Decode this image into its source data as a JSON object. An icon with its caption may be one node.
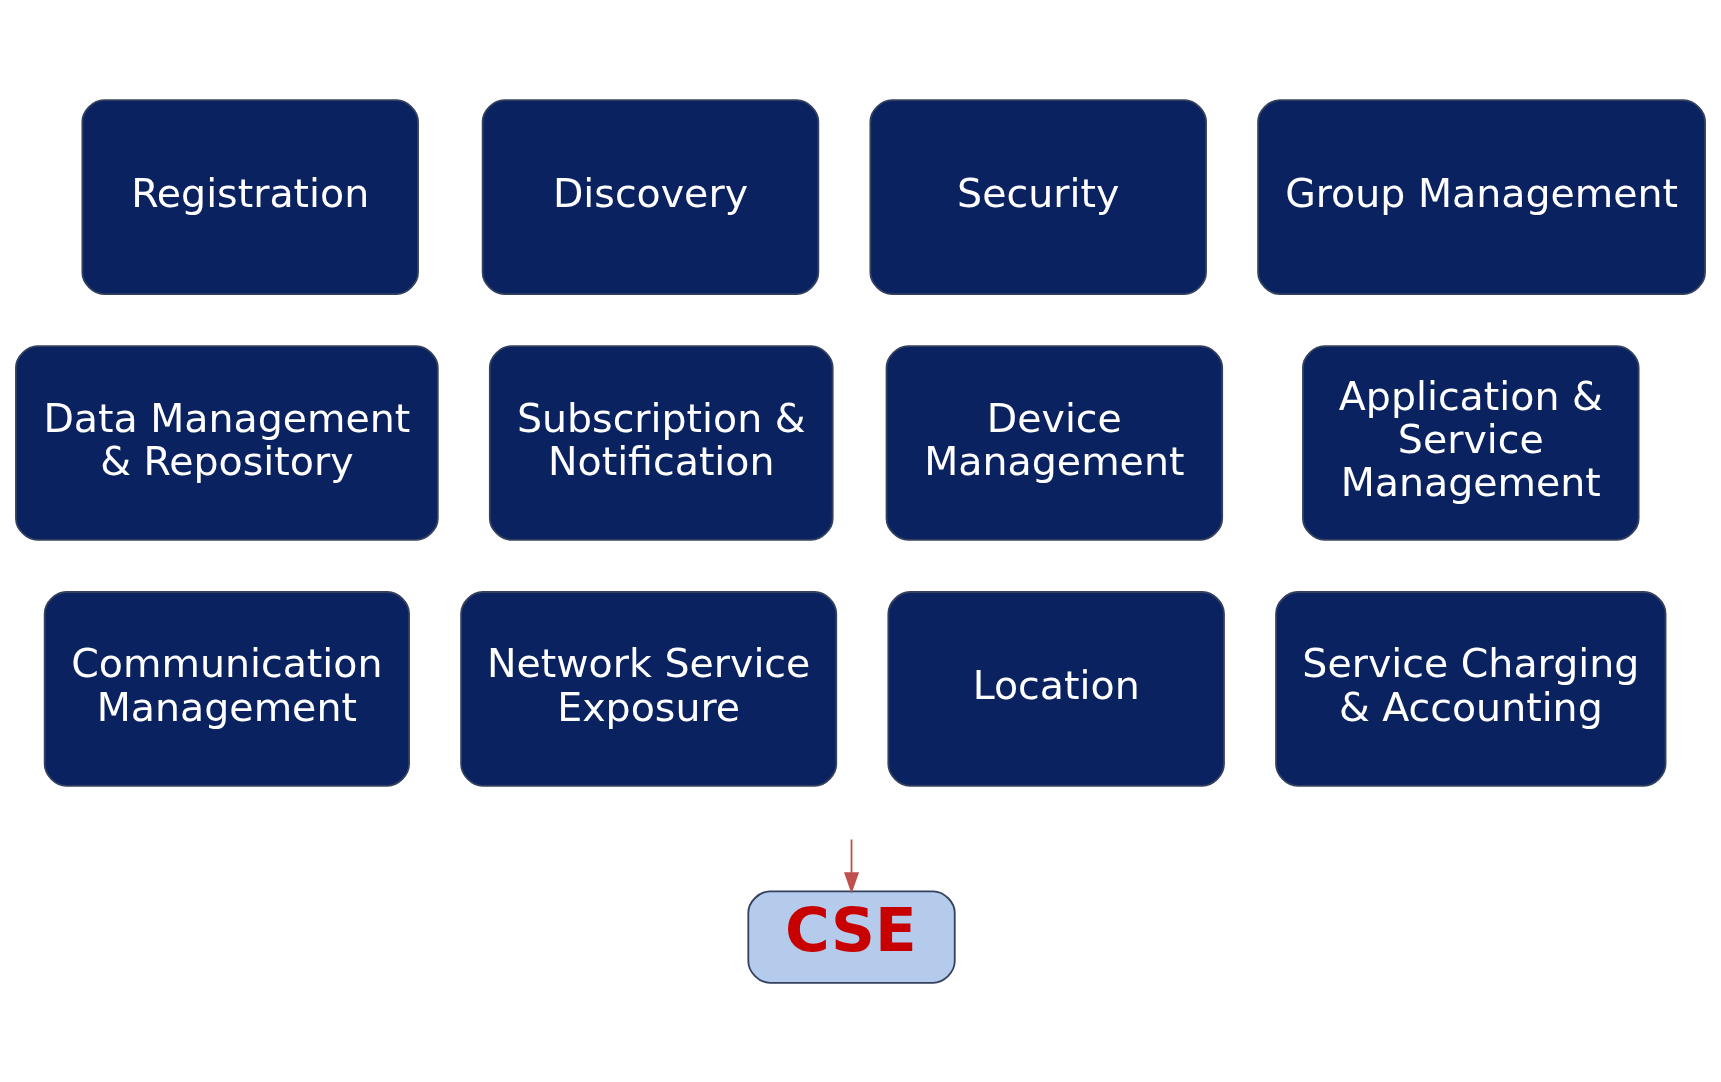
{
  "diagram": {
    "nodes": [
      {
        "text": [
          "Registration"
        ]
      },
      {
        "text": [
          "Discovery"
        ]
      },
      {
        "text": [
          "Security"
        ]
      },
      {
        "text": [
          "Group Management"
        ]
      },
      {
        "text": [
          "Data Management & Repository"
        ]
      },
      {
        "text": [
          "Subscription & Notification"
        ]
      },
      {
        "text": [
          "Device Management"
        ]
      },
      {
        "text": [
          "Application & Service Management"
        ]
      },
      {
        "text": [
          "Communication Management"
        ]
      },
      {
        "text": [
          "Network Service Exposure"
        ]
      },
      {
        "text": [
          "Location"
        ]
      },
      {
        "text": [
          "Service Charging & Accounting"
        ]
      },
      {
        "text": [
          "CSE"
        ]
      }
    ],
    "edges": [
      {
        "from": null,
        "to": 12,
        "arrow": "to"
      }
    ]
  }
}
